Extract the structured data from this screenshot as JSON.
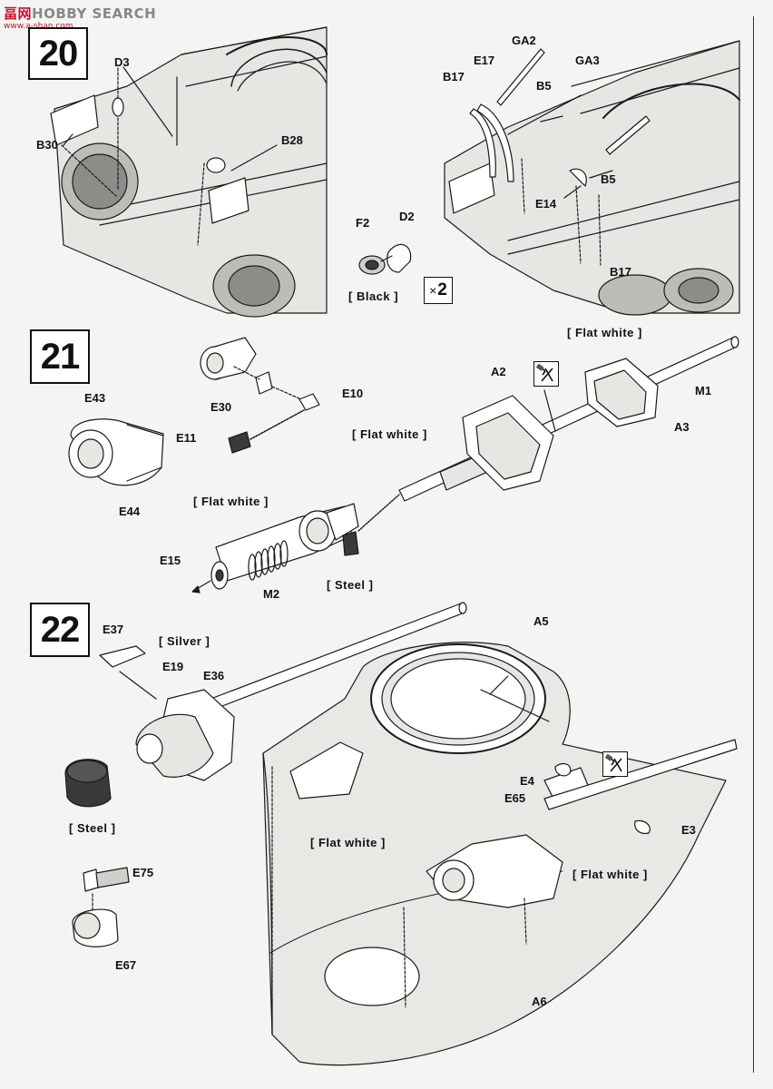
{
  "watermark": {
    "brand_cn": "畐网",
    "brand_en": "HOBBY SEARCH",
    "url": "www.a-shan.com"
  },
  "steps": [
    {
      "number": "20",
      "parts": [
        "D3",
        "B30",
        "B28",
        "F2",
        "D2",
        "GA2",
        "E17",
        "B17",
        "B5",
        "GA3",
        "E14",
        "B5",
        "B17"
      ],
      "paint_notes": [
        "[ Black ]"
      ],
      "multiplier": "2"
    },
    {
      "number": "21",
      "parts": [
        "E43",
        "E44",
        "E30",
        "E10",
        "E11",
        "A2",
        "M1",
        "A3",
        "E15",
        "M2"
      ],
      "paint_notes": [
        "[ Flat white ]",
        "[ Flat white ]",
        "[ Flat white ]",
        "[ Steel ]"
      ]
    },
    {
      "number": "22",
      "parts": [
        "E37",
        "E19",
        "E36",
        "A5",
        "E4",
        "E65",
        "E3",
        "E75",
        "E67",
        "A6"
      ],
      "paint_notes": [
        "[ Silver ]",
        "[ Steel ]",
        "[ Flat white ]",
        "[ Flat white ]"
      ]
    }
  ],
  "colors": {
    "line": "#1a1a1a",
    "paper": "#f4f4f2",
    "fill_light": "#e6e6e3",
    "fill_mid": "#cfcfcb",
    "fill_dark": "#3a3a3a",
    "watermark_red": "#c8102e",
    "watermark_grey": "#888888"
  }
}
